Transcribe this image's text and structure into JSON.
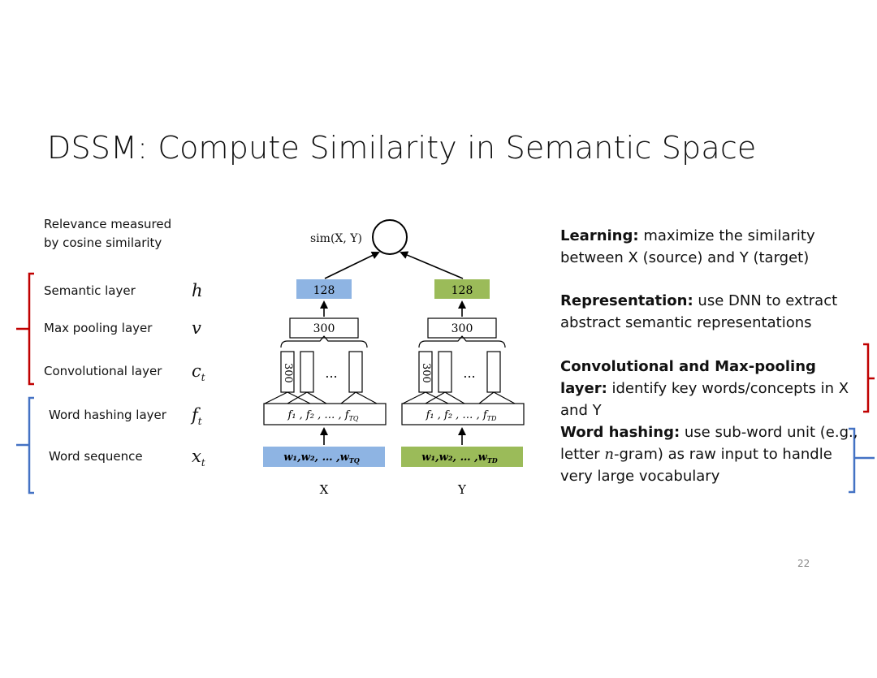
{
  "title": "DSSM: Compute Similarity in Semantic Space",
  "relevance_note_line1": "Relevance measured",
  "relevance_note_line2": "by cosine similarity",
  "layers": {
    "semantic": {
      "label": "Semantic layer",
      "symbol": "h"
    },
    "max_pooling": {
      "label": "Max pooling layer",
      "symbol": "v"
    },
    "convolutional": {
      "label": "Convolutional layer",
      "symbol": "c",
      "sub": "t"
    },
    "word_hashing": {
      "label": "Word hashing layer",
      "symbol": "f",
      "sub": "t"
    },
    "word_sequence": {
      "label": "Word sequence",
      "symbol": "x",
      "sub": "t"
    }
  },
  "diagram": {
    "sim_label": "sim(X, Y)",
    "semantic_dim": "128",
    "pool_dim": "300",
    "conv_dim": "300",
    "ellipsis": "...",
    "hash_x": "f₁ , f₂ , … , f",
    "hash_x_sub": "TQ",
    "hash_y": "f₁ , f₂ , … , f",
    "hash_y_sub": "TD",
    "seq_x": "w₁,w₂, … ,w",
    "seq_x_sub": "TQ",
    "seq_y": "w₁,w₂, … ,w",
    "seq_y_sub": "TD",
    "x_label": "X",
    "y_label": "Y"
  },
  "right": {
    "learning_head": "Learning:",
    "learning_body": " maximize the similarity between X (source) and Y (target)",
    "repr_head": "Representation:",
    "repr_body": " use DNN to extract abstract semantic representations",
    "conv_head": "Convolutional and Max-pooling layer:",
    "conv_body": " identify key words/concepts in X and Y",
    "hash_head": "Word hashing:",
    "hash_body_1": " use sub-word unit (e.g., letter ",
    "hash_body_n": "n",
    "hash_body_2": "-gram) as raw input to handle very large vocabulary"
  },
  "page_number": "22",
  "colors": {
    "red": "#c00000",
    "blue": "#4472c4",
    "box_blue": "#8eb4e3",
    "box_green": "#9bbb59"
  }
}
